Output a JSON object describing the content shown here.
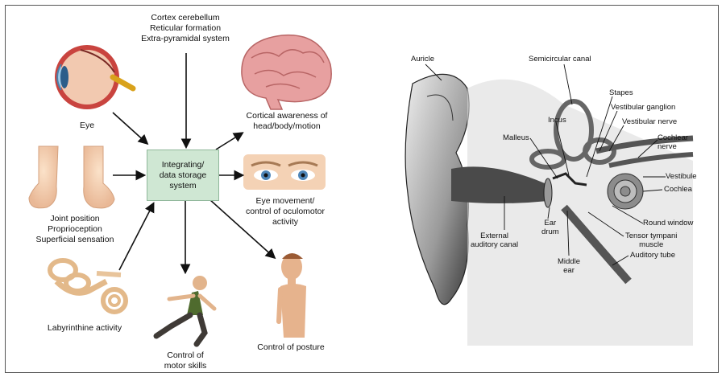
{
  "left_diagram": {
    "center_box": [
      "Integrating/",
      "data storage",
      "system"
    ],
    "inputs": {
      "top": [
        "Cortex cerebellum",
        "Reticular formation",
        "Extra-pyramidal system"
      ],
      "eye": [
        "Eye"
      ],
      "joint": [
        "Joint position",
        "Proprioception",
        "Superficial sensation"
      ],
      "labyrinth": [
        "Labyrinthine activity"
      ]
    },
    "outputs": {
      "cortical": [
        "Cortical awareness of",
        "head/body/motion"
      ],
      "eye_movement": [
        "Eye movement/",
        "control of oculomotor",
        "activity"
      ],
      "motor": [
        "Control of",
        "motor skills"
      ],
      "posture": [
        "Control of posture"
      ]
    }
  },
  "ear_diagram": {
    "labels": {
      "auricle": "Auricle",
      "semicircular_canal": "Semicircular canal",
      "stapes": "Stapes",
      "vestibular_ganglion": "Vestibular ganglion",
      "incus": "Incus",
      "vestibular_nerve": "Vestibular nerve",
      "malleus": "Malleus",
      "cochlear_nerve": [
        "Cochlear",
        "nerve"
      ],
      "vestibule": "Vestibule",
      "cochlea": "Cochlea",
      "round_window": "Round window",
      "tensor_tympani": [
        "Tensor tympani",
        "muscle"
      ],
      "auditory_tube": "Auditory tube",
      "ear_drum": [
        "Ear",
        "drum"
      ],
      "external_canal": [
        "External",
        "auditory canal"
      ],
      "middle_ear": [
        "Middle",
        "ear"
      ]
    }
  }
}
